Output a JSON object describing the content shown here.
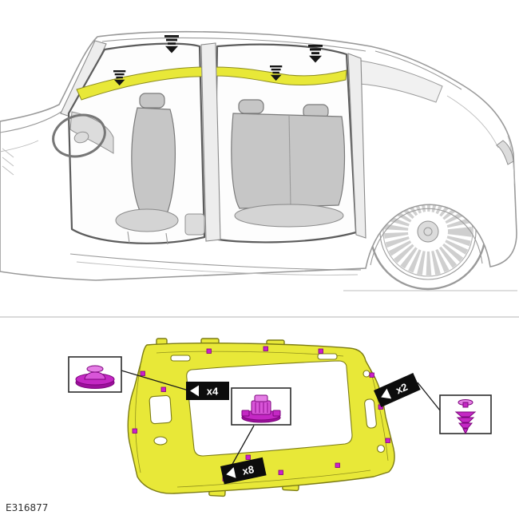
{
  "figure": {
    "id": "E316877"
  },
  "callouts": {
    "dome_plug": {
      "label": "x4",
      "fastener": "dome-plug-fastener"
    },
    "center_clip": {
      "label": "x8",
      "fastener": "retainer-clip-fastener"
    },
    "tree_clip": {
      "label": "x2",
      "fastener": "tree-clip-fastener"
    }
  },
  "colors": {
    "headliner_yellow": "#e8e838",
    "headliner_outline": "#7c7c14",
    "fastener_magenta": "#cc1fcc",
    "fastener_magenta_dark": "#7d067d",
    "car_line": "#9a9a9a",
    "label_black": "#0c0c0c"
  }
}
